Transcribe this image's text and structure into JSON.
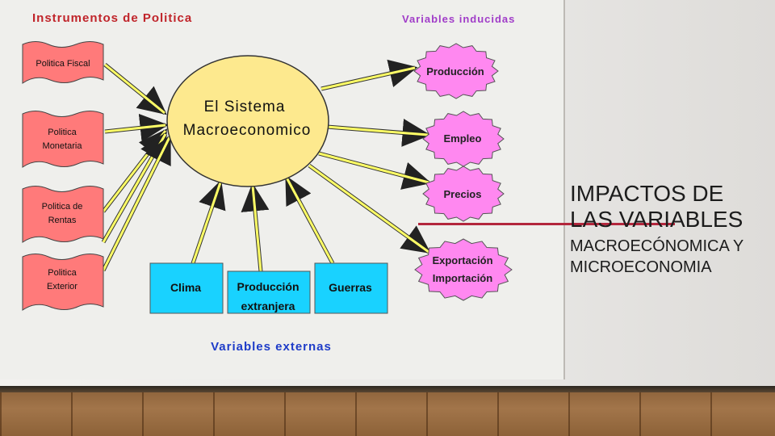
{
  "diagram": {
    "header_left": "Instrumentos de Politica",
    "header_right": "Variables inducidas",
    "center": {
      "line1": "El Sistema",
      "line2": "Macroeconomico"
    },
    "policy_instruments": [
      {
        "lines": [
          "Politica Fiscal"
        ]
      },
      {
        "lines": [
          "Politica",
          "Monetaria"
        ]
      },
      {
        "lines": [
          "Politica de",
          "Rentas"
        ]
      },
      {
        "lines": [
          "Politica",
          "Exterior"
        ]
      }
    ],
    "induced_variables": [
      {
        "lines": [
          "Producción"
        ]
      },
      {
        "lines": [
          "Empleo"
        ]
      },
      {
        "lines": [
          "Precios"
        ]
      },
      {
        "lines": [
          "Exportación",
          "Importación"
        ]
      }
    ],
    "external_variables": [
      {
        "lines": [
          "Clima"
        ]
      },
      {
        "lines": [
          "Producción",
          "extranjera"
        ]
      },
      {
        "lines": [
          "Guerras"
        ]
      }
    ],
    "footer": "Variables externas",
    "colors": {
      "center_fill": "#fde98e",
      "policy_fill": "#ff7a7a",
      "induced_fill": "#ff88f0",
      "external_fill": "#19d2ff",
      "header_left": "#c0242a",
      "header_right": "#a03cc8",
      "footer": "#1e3cc8",
      "arrow": "#ffff66"
    }
  },
  "side": {
    "title": "IMPACTOS DE LAS VARIABLES",
    "subtitle": "MACROECÓNOMICA Y MICROECONOMIA"
  }
}
